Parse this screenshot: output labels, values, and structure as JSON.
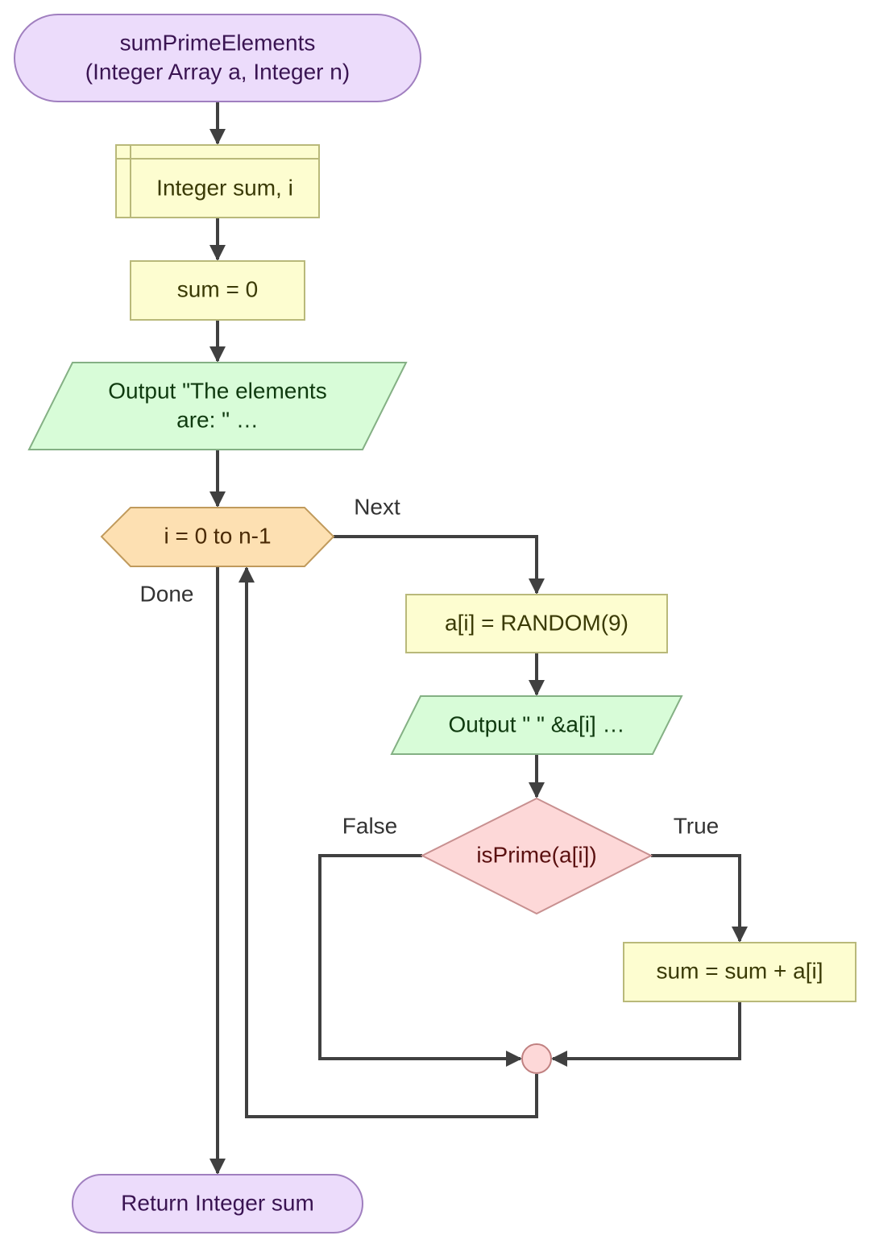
{
  "nodes": {
    "start_line1": "sumPrimeElements",
    "start_line2": "(Integer Array a, Integer n)",
    "declare": "Integer sum, i",
    "init_sum": "sum = 0",
    "output_line1": "Output \"The elements",
    "output_line2": "are: \" …",
    "loop": "i = 0 to n-1",
    "random": "a[i] = RANDOM(9)",
    "output_elem": "Output \" \" &a[i] …",
    "decision": "isPrime(a[i])",
    "accumulate": "sum = sum + a[i]",
    "end": "Return Integer sum"
  },
  "edge_labels": {
    "next": "Next",
    "done": "Done",
    "false": "False",
    "true": "True"
  },
  "colors": {
    "terminal_fill": "#ecdcfb",
    "terminal_stroke": "#a07fbf",
    "process_fill": "#fdfdd0",
    "process_stroke": "#b9b97a",
    "io_fill": "#d8fcd8",
    "io_stroke": "#84b084",
    "loop_fill": "#fde0b2",
    "loop_stroke": "#c09a5c",
    "decision_fill": "#fdd8d8",
    "decision_stroke": "#c89090",
    "connector_fill": "#fdd8d8",
    "connector_stroke": "#c08080",
    "edge": "#404040"
  }
}
